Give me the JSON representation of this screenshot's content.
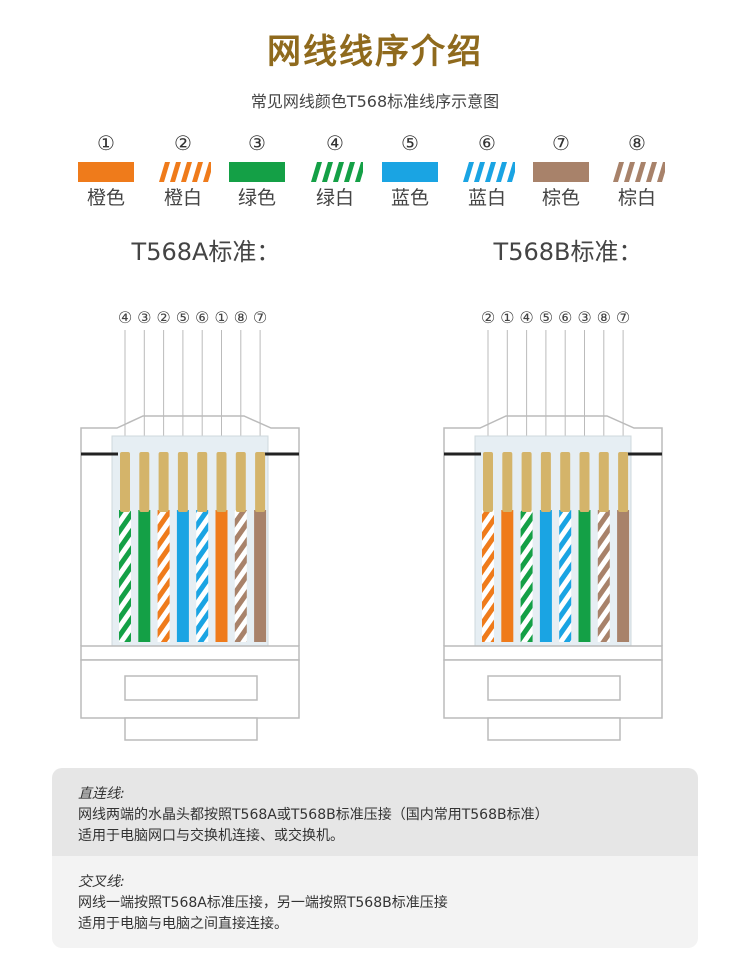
{
  "title": "网线线序介绍",
  "subtitle": "常见网线颜色T568标准线序示意图",
  "legend": [
    {
      "num": "①",
      "label": "橙色",
      "color": "#ef7b1b",
      "striped": false
    },
    {
      "num": "②",
      "label": "橙白",
      "color": "#ef7b1b",
      "striped": true
    },
    {
      "num": "③",
      "label": "绿色",
      "color": "#14a046",
      "striped": false
    },
    {
      "num": "④",
      "label": "绿白",
      "color": "#14a046",
      "striped": true
    },
    {
      "num": "⑤",
      "label": "蓝色",
      "color": "#1aa4e3",
      "striped": false
    },
    {
      "num": "⑥",
      "label": "蓝白",
      "color": "#1aa4e3",
      "striped": true
    },
    {
      "num": "⑦",
      "label": "棕色",
      "color": "#a8826a",
      "striped": false
    },
    {
      "num": "⑧",
      "label": "棕白",
      "color": "#a8826a",
      "striped": true
    }
  ],
  "standards": [
    {
      "title": "T568A标准：",
      "order": [
        4,
        3,
        2,
        5,
        6,
        1,
        8,
        7
      ]
    },
    {
      "title": "T568B标准：",
      "order": [
        2,
        1,
        4,
        5,
        6,
        3,
        8,
        7
      ]
    }
  ],
  "notes": [
    {
      "head": "直连线:",
      "lines": [
        "网线两端的水晶头都按照T568A或T568B标准压接（国内常用T568B标准）",
        "适用于电脑网口与交换机连接、或交换机。"
      ]
    },
    {
      "head": "交叉线:",
      "lines": [
        "网线一端按照T568A标准压接，另一端按照T568B标准压接",
        "适用于电脑与电脑之间直接连接。"
      ]
    }
  ],
  "colors": {
    "title": "#8f6a1d",
    "contact": "#d4b46a",
    "connector_line": "#bbbbbb"
  }
}
